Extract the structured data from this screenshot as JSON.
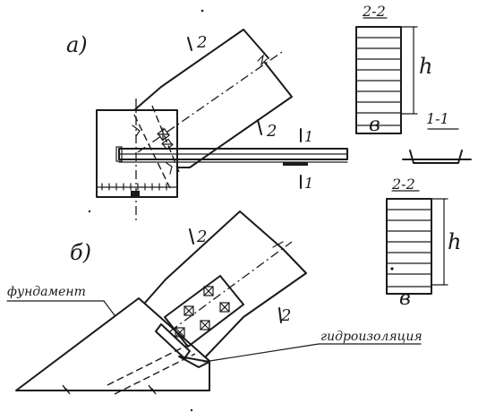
{
  "view_a": {
    "label": "а)",
    "section_mark_upper": "2",
    "section_mark_lower": "2",
    "section_mark_1_top": "1",
    "section_mark_1_bottom": "1"
  },
  "view_b": {
    "label": "б)",
    "section_mark_upper": "2",
    "section_mark_lower": "2",
    "foundation_label": "фундамент",
    "waterproofing_label": "гидроизоляция"
  },
  "section_top": {
    "title": "2-2",
    "height_label": "h",
    "width_label": "в"
  },
  "section_1_1": {
    "title": "1-1"
  },
  "section_bottom": {
    "title": "2-2",
    "height_label": "h",
    "width_label": "в"
  }
}
